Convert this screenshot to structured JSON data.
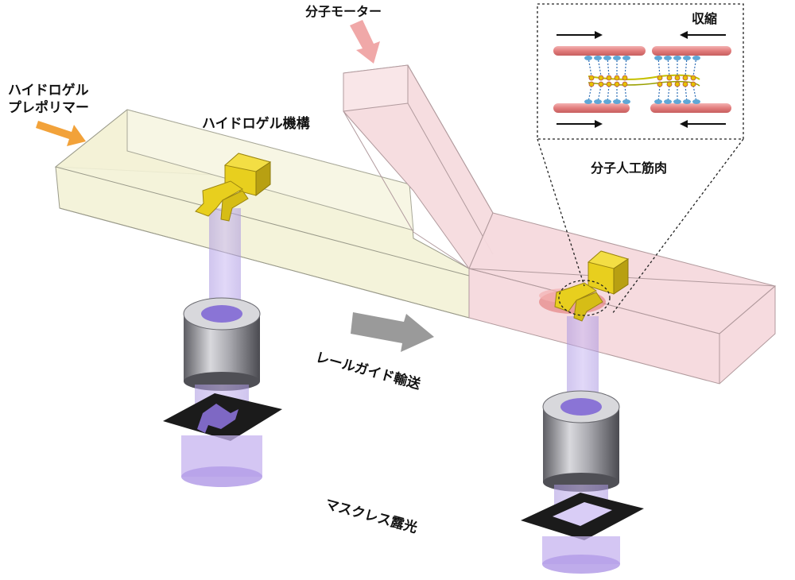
{
  "labels": {
    "hydrogel_prepolymer_line1": "ハイドロゲル",
    "hydrogel_prepolymer_line2": "プレポリマー",
    "hydrogel_mechanism": "ハイドロゲル機構",
    "molecular_motor": "分子モーター",
    "contraction": "収縮",
    "molecular_artificial_muscle": "分子人工筋肉",
    "rail_guide_transport": "レールガイド輸送",
    "maskless_exposure": "マスクレス露光"
  },
  "colors": {
    "prepolymer_channel": "#f4f3d8",
    "motor_channel": "#f6dde0",
    "gripper": "#e8cf1e",
    "gripper_shade": "#b8a012",
    "light_beam": "#b9a2e6",
    "objective": "#8f8f95",
    "mask": "#1a1a1a",
    "orange_arrow": "#f2a23a",
    "pink_arrow": "#f0a8a8",
    "grey_arrow": "#9a9a9a",
    "filament": "#e58a8a"
  },
  "icons": [
    "orange-arrow-icon",
    "pink-arrow-icon",
    "grey-arrow-icon",
    "gripper-icon",
    "objective-lens-icon",
    "photomask-icon"
  ]
}
